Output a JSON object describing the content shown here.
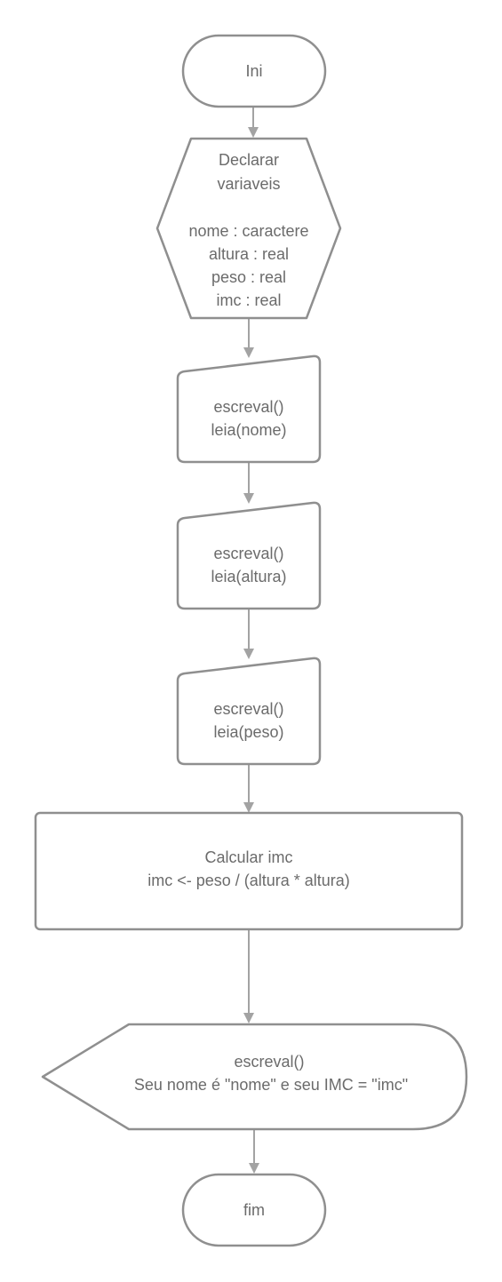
{
  "flowchart": {
    "start": {
      "label": "Ini"
    },
    "declare": {
      "lines": [
        "Declarar",
        "variaveis",
        "",
        "nome : caractere",
        "altura : real",
        "peso : real",
        "imc : real"
      ]
    },
    "input_nome": {
      "lines": [
        "escreval()",
        "leia(nome)"
      ]
    },
    "input_altura": {
      "lines": [
        "escreval()",
        "leia(altura)"
      ]
    },
    "input_peso": {
      "lines": [
        "escreval()",
        "leia(peso)"
      ]
    },
    "process": {
      "lines": [
        "Calcular imc",
        "imc <- peso / (altura * altura)"
      ]
    },
    "output": {
      "lines": [
        "escreval()",
        "Seu nome é \"nome\" e seu IMC = \"imc\""
      ]
    },
    "end": {
      "label": "fim"
    }
  },
  "colors": {
    "stroke": "#8f8f8f",
    "connector": "#a3a3a3",
    "text": "#6b6b6b",
    "fill": "#ffffff"
  }
}
